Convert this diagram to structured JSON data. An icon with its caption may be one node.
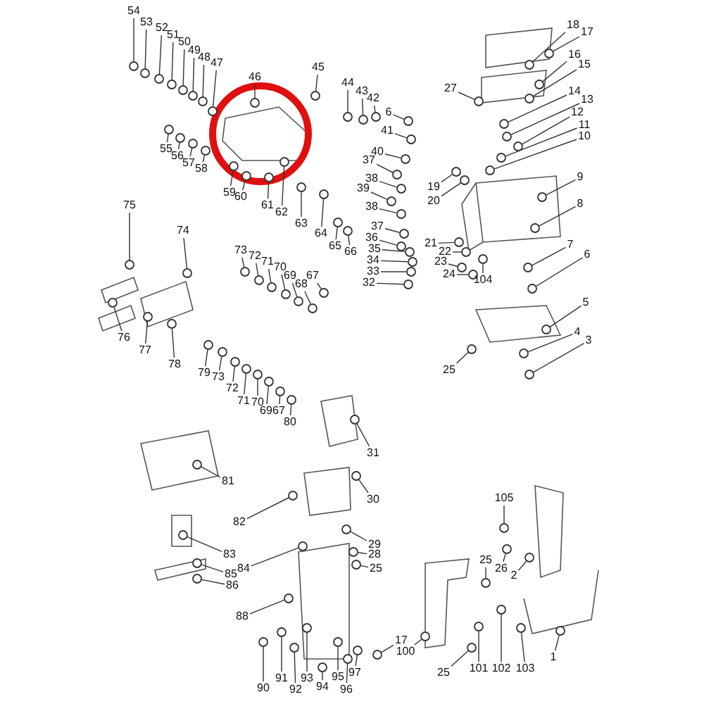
{
  "diagram": {
    "nodes": [
      {
        "text": [
          "54"
        ]
      },
      {
        "text": [
          "53"
        ]
      },
      {
        "text": [
          "52"
        ]
      },
      {
        "text": [
          "51"
        ]
      },
      {
        "text": [
          "50"
        ]
      },
      {
        "text": [
          "49"
        ]
      },
      {
        "text": [
          "48"
        ]
      },
      {
        "text": [
          "47"
        ]
      },
      {
        "text": [
          "46"
        ]
      },
      {
        "text": [
          "45"
        ]
      },
      {
        "text": [
          "44"
        ]
      },
      {
        "text": [
          "43"
        ]
      },
      {
        "text": [
          "42"
        ]
      },
      {
        "text": [
          "6"
        ]
      },
      {
        "text": [
          "41"
        ]
      },
      {
        "text": [
          "40"
        ]
      },
      {
        "text": [
          "37"
        ]
      },
      {
        "text": [
          "38"
        ]
      },
      {
        "text": [
          "39"
        ]
      },
      {
        "text": [
          "38"
        ]
      },
      {
        "text": [
          "37"
        ]
      },
      {
        "text": [
          "36"
        ]
      },
      {
        "text": [
          "35"
        ]
      },
      {
        "text": [
          "34"
        ]
      },
      {
        "text": [
          "33"
        ]
      },
      {
        "text": [
          "32"
        ]
      },
      {
        "text": [
          "19"
        ]
      },
      {
        "text": [
          "20"
        ]
      },
      {
        "text": [
          "18"
        ]
      },
      {
        "text": [
          "17"
        ]
      },
      {
        "text": [
          "16"
        ]
      },
      {
        "text": [
          "15"
        ]
      },
      {
        "text": [
          "27"
        ]
      },
      {
        "text": [
          "14"
        ]
      },
      {
        "text": [
          "13"
        ]
      },
      {
        "text": [
          "12"
        ]
      },
      {
        "text": [
          "11"
        ]
      },
      {
        "text": [
          "10"
        ]
      },
      {
        "text": [
          "9"
        ]
      },
      {
        "text": [
          "8"
        ]
      },
      {
        "text": [
          "21"
        ]
      },
      {
        "text": [
          "22"
        ]
      },
      {
        "text": [
          "23"
        ]
      },
      {
        "text": [
          "24"
        ]
      },
      {
        "text": [
          "104"
        ]
      },
      {
        "text": [
          "7"
        ]
      },
      {
        "text": [
          "6"
        ]
      },
      {
        "text": [
          "5"
        ]
      },
      {
        "text": [
          "4"
        ]
      },
      {
        "text": [
          "3"
        ]
      },
      {
        "text": [
          "25"
        ]
      },
      {
        "text": [
          "55"
        ]
      },
      {
        "text": [
          "56"
        ]
      },
      {
        "text": [
          "57"
        ]
      },
      {
        "text": [
          "58"
        ]
      },
      {
        "text": [
          "59"
        ]
      },
      {
        "text": [
          "60"
        ]
      },
      {
        "text": [
          "61"
        ]
      },
      {
        "text": [
          "62"
        ]
      },
      {
        "text": [
          "63"
        ]
      },
      {
        "text": [
          "64"
        ]
      },
      {
        "text": [
          "65"
        ]
      },
      {
        "text": [
          "66"
        ]
      },
      {
        "text": [
          "75"
        ]
      },
      {
        "text": [
          "74"
        ]
      },
      {
        "text": [
          "73"
        ]
      },
      {
        "text": [
          "72"
        ]
      },
      {
        "text": [
          "71"
        ]
      },
      {
        "text": [
          "70"
        ]
      },
      {
        "text": [
          "69"
        ]
      },
      {
        "text": [
          "68"
        ]
      },
      {
        "text": [
          "67"
        ]
      },
      {
        "text": [
          "76"
        ]
      },
      {
        "text": [
          "77"
        ]
      },
      {
        "text": [
          "78"
        ]
      },
      {
        "text": [
          "79"
        ]
      },
      {
        "text": [
          "73"
        ]
      },
      {
        "text": [
          "72"
        ]
      },
      {
        "text": [
          "71"
        ]
      },
      {
        "text": [
          "70"
        ]
      },
      {
        "text": [
          "69"
        ]
      },
      {
        "text": [
          "67"
        ]
      },
      {
        "text": [
          "80"
        ]
      },
      {
        "text": [
          "31"
        ]
      },
      {
        "text": [
          "81"
        ]
      },
      {
        "text": [
          "30"
        ]
      },
      {
        "text": [
          "82"
        ]
      },
      {
        "text": [
          "105"
        ]
      },
      {
        "text": [
          "83"
        ]
      },
      {
        "text": [
          "84"
        ]
      },
      {
        "text": [
          "85"
        ]
      },
      {
        "text": [
          "86"
        ]
      },
      {
        "text": [
          "29"
        ]
      },
      {
        "text": [
          "28"
        ]
      },
      {
        "text": [
          "25"
        ]
      },
      {
        "text": [
          "25"
        ]
      },
      {
        "text": [
          "26"
        ]
      },
      {
        "text": [
          "2"
        ]
      },
      {
        "text": [
          "88"
        ]
      },
      {
        "text": [
          "17"
        ]
      },
      {
        "text": [
          "100"
        ]
      },
      {
        "text": [
          "25"
        ]
      },
      {
        "text": [
          "101"
        ]
      },
      {
        "text": [
          "102"
        ]
      },
      {
        "text": [
          "103"
        ]
      },
      {
        "text": [
          "1"
        ]
      },
      {
        "text": [
          "90"
        ]
      },
      {
        "text": [
          "91"
        ]
      },
      {
        "text": [
          "92"
        ]
      },
      {
        "text": [
          "93"
        ]
      },
      {
        "text": [
          "94"
        ]
      },
      {
        "text": [
          "95"
        ]
      },
      {
        "text": [
          "96"
        ]
      },
      {
        "text": [
          "97"
        ]
      },
      {
        "text": [],
        "shape": "circle"
      },
      {
        "text": [],
        "shape": "circle"
      },
      {
        "text": [],
        "shape": "circle"
      },
      {
        "text": [],
        "shape": "circle"
      },
      {
        "text": [],
        "shape": "circle"
      },
      {
        "text": [],
        "shape": "circle"
      },
      {
        "text": [],
        "shape": "circle"
      },
      {
        "text": [],
        "shape": "circle"
      },
      {
        "text": [],
        "shape": "circle"
      },
      {
        "text": [],
        "shape": "circle"
      },
      {
        "text": [],
        "shape": "circle"
      },
      {
        "text": [],
        "shape": "circle"
      },
      {
        "text": [],
        "shape": "circle"
      },
      {
        "text": [],
        "shape": "circle"
      },
      {
        "text": [],
        "shape": "circle"
      },
      {
        "text": [],
        "shape": "circle"
      },
      {
        "text": [],
        "shape": "circle"
      },
      {
        "text": [],
        "shape": "circle"
      },
      {
        "text": [],
        "shape": "circle"
      },
      {
        "text": [],
        "shape": "circle"
      },
      {
        "text": [],
        "shape": "circle"
      },
      {
        "text": [],
        "shape": "circle"
      },
      {
        "text": [],
        "shape": "circle"
      },
      {
        "text": [],
        "shape": "circle"
      },
      {
        "text": [],
        "shape": "circle"
      },
      {
        "text": [],
        "shape": "circle"
      },
      {
        "text": [],
        "shape": "circle"
      },
      {
        "text": [],
        "shape": "circle"
      },
      {
        "text": [],
        "shape": "circle"
      },
      {
        "text": [],
        "shape": "circle"
      },
      {
        "text": [],
        "shape": "circle"
      },
      {
        "text": [],
        "shape": "circle"
      },
      {
        "text": [],
        "shape": "circle"
      },
      {
        "text": [],
        "shape": "circle"
      },
      {
        "text": [],
        "shape": "circle"
      },
      {
        "text": [],
        "shape": "circle"
      },
      {
        "text": [],
        "shape": "circle"
      },
      {
        "text": [],
        "shape": "circle"
      },
      {
        "text": [],
        "shape": "circle"
      },
      {
        "text": [],
        "shape": "circle"
      },
      {
        "text": [],
        "shape": "circle"
      },
      {
        "text": [],
        "shape": "circle"
      },
      {
        "text": [],
        "shape": "circle"
      },
      {
        "text": [],
        "shape": "circle"
      },
      {
        "text": [],
        "shape": "circle"
      },
      {
        "text": [],
        "shape": "circle"
      },
      {
        "text": [],
        "shape": "circle"
      },
      {
        "text": [],
        "shape": "circle"
      },
      {
        "text": [],
        "shape": "circle"
      },
      {
        "text": [],
        "shape": "circle"
      },
      {
        "text": [],
        "shape": "circle"
      },
      {
        "text": [],
        "shape": "circle"
      },
      {
        "text": [],
        "shape": "circle"
      },
      {
        "text": [],
        "shape": "circle"
      },
      {
        "text": [],
        "shape": "circle"
      },
      {
        "text": [],
        "shape": "circle"
      },
      {
        "text": [],
        "shape": "circle"
      },
      {
        "text": [],
        "shape": "circle"
      },
      {
        "text": [],
        "shape": "circle"
      },
      {
        "text": [],
        "shape": "circle"
      },
      {
        "text": [],
        "shape": "circle"
      },
      {
        "text": [],
        "shape": "circle"
      },
      {
        "text": [],
        "shape": "circle"
      },
      {
        "text": [],
        "shape": "circle"
      },
      {
        "text": [],
        "shape": "circle"
      },
      {
        "text": [],
        "shape": "circle"
      },
      {
        "text": [],
        "shape": "circle"
      },
      {
        "text": [],
        "shape": "circle"
      },
      {
        "text": [],
        "shape": "circle"
      },
      {
        "text": [],
        "shape": "circle"
      },
      {
        "text": [],
        "shape": "circle"
      },
      {
        "text": [],
        "shape": "circle"
      },
      {
        "text": [],
        "shape": "circle"
      },
      {
        "text": [],
        "shape": "circle"
      },
      {
        "text": [],
        "shape": "circle"
      },
      {
        "text": [],
        "shape": "circle"
      },
      {
        "text": [],
        "shape": "circle"
      },
      {
        "text": [],
        "shape": "circle"
      },
      {
        "text": [],
        "shape": "circle"
      },
      {
        "text": [],
        "shape": "circle"
      },
      {
        "text": [],
        "shape": "circle"
      },
      {
        "text": [],
        "shape": "circle"
      },
      {
        "text": [],
        "shape": "circle"
      },
      {
        "text": [],
        "shape": "circle"
      },
      {
        "text": [],
        "shape": "circle"
      },
      {
        "text": [],
        "shape": "circle"
      },
      {
        "text": [],
        "shape": "circle"
      },
      {
        "text": [],
        "shape": "circle"
      },
      {
        "text": [],
        "shape": "circle"
      },
      {
        "text": [],
        "shape": "circle"
      },
      {
        "text": [],
        "shape": "circle"
      },
      {
        "text": [],
        "shape": "circle"
      },
      {
        "text": [],
        "shape": "circle"
      },
      {
        "text": [],
        "shape": "circle"
      },
      {
        "text": [],
        "shape": "circle"
      },
      {
        "text": [],
        "shape": "circle"
      },
      {
        "text": [],
        "shape": "circle"
      },
      {
        "text": [],
        "shape": "circle"
      },
      {
        "text": [],
        "shape": "circle"
      },
      {
        "text": [],
        "shape": "circle"
      },
      {
        "text": [],
        "shape": "circle"
      },
      {
        "text": [],
        "shape": "circle"
      },
      {
        "text": [],
        "shape": "circle"
      },
      {
        "text": [],
        "shape": "circle"
      },
      {
        "text": [],
        "shape": "circle"
      },
      {
        "text": [],
        "shape": "circle"
      },
      {
        "text": [],
        "shape": "circle"
      },
      {
        "text": [],
        "shape": "circle"
      },
      {
        "text": [],
        "shape": "circle"
      },
      {
        "text": [],
        "shape": "circle"
      },
      {
        "text": [],
        "shape": "circle"
      },
      {
        "text": [],
        "shape": "circle"
      },
      {
        "text": [],
        "shape": "circle"
      },
      {
        "text": [],
        "shape": "circle"
      }
    ],
    "edges": [
      {
        "from": 0,
        "to": 114,
        "arrow": "none"
      },
      {
        "from": 1,
        "to": 115,
        "arrow": "none"
      },
      {
        "from": 2,
        "to": 116,
        "arrow": "none"
      },
      {
        "from": 3,
        "to": 117,
        "arrow": "none"
      },
      {
        "from": 4,
        "to": 118,
        "arrow": "none"
      },
      {
        "from": 5,
        "to": 119,
        "arrow": "none"
      },
      {
        "from": 6,
        "to": 120,
        "arrow": "none"
      },
      {
        "from": 7,
        "to": 121,
        "arrow": "none"
      },
      {
        "from": 8,
        "to": 122,
        "arrow": "none"
      },
      {
        "from": 9,
        "to": 123,
        "arrow": "none"
      },
      {
        "from": 10,
        "to": 124,
        "arrow": "none"
      },
      {
        "from": 11,
        "to": 125,
        "arrow": "none"
      },
      {
        "from": 12,
        "to": 126,
        "arrow": "none"
      },
      {
        "from": 13,
        "to": 127,
        "arrow": "none"
      },
      {
        "from": 14,
        "to": 128,
        "arrow": "none"
      },
      {
        "from": 15,
        "to": 129,
        "arrow": "none"
      },
      {
        "from": 16,
        "to": 130,
        "arrow": "none"
      },
      {
        "from": 17,
        "to": 131,
        "arrow": "none"
      },
      {
        "from": 18,
        "to": 132,
        "arrow": "none"
      },
      {
        "from": 19,
        "to": 133,
        "arrow": "none"
      },
      {
        "from": 20,
        "to": 134,
        "arrow": "none"
      },
      {
        "from": 21,
        "to": 135,
        "arrow": "none"
      },
      {
        "from": 22,
        "to": 136,
        "arrow": "none"
      },
      {
        "from": 23,
        "to": 137,
        "arrow": "none"
      },
      {
        "from": 24,
        "to": 138,
        "arrow": "none"
      },
      {
        "from": 25,
        "to": 139,
        "arrow": "none"
      },
      {
        "from": 26,
        "to": 140,
        "arrow": "none"
      },
      {
        "from": 27,
        "to": 141,
        "arrow": "none"
      },
      {
        "from": 28,
        "to": 142,
        "arrow": "none"
      },
      {
        "from": 29,
        "to": 143,
        "arrow": "none"
      },
      {
        "from": 30,
        "to": 144,
        "arrow": "none"
      },
      {
        "from": 31,
        "to": 145,
        "arrow": "none"
      },
      {
        "from": 32,
        "to": 146,
        "arrow": "none"
      },
      {
        "from": 33,
        "to": 147,
        "arrow": "none"
      },
      {
        "from": 34,
        "to": 148,
        "arrow": "none"
      },
      {
        "from": 35,
        "to": 149,
        "arrow": "none"
      },
      {
        "from": 36,
        "to": 150,
        "arrow": "none"
      },
      {
        "from": 37,
        "to": 151,
        "arrow": "none"
      },
      {
        "from": 38,
        "to": 152,
        "arrow": "none"
      },
      {
        "from": 39,
        "to": 153,
        "arrow": "none"
      },
      {
        "from": 40,
        "to": 154,
        "arrow": "none"
      },
      {
        "from": 41,
        "to": 155,
        "arrow": "none"
      },
      {
        "from": 42,
        "to": 156,
        "arrow": "none"
      },
      {
        "from": 43,
        "to": 157,
        "arrow": "none"
      },
      {
        "from": 44,
        "to": 158,
        "arrow": "none"
      },
      {
        "from": 45,
        "to": 159,
        "arrow": "none"
      },
      {
        "from": 46,
        "to": 160,
        "arrow": "none"
      },
      {
        "from": 47,
        "to": 161,
        "arrow": "none"
      },
      {
        "from": 48,
        "to": 162,
        "arrow": "none"
      },
      {
        "from": 49,
        "to": 163,
        "arrow": "none"
      },
      {
        "from": 50,
        "to": 164,
        "arrow": "none"
      },
      {
        "from": 51,
        "to": 165,
        "arrow": "none"
      },
      {
        "from": 52,
        "to": 166,
        "arrow": "none"
      },
      {
        "from": 53,
        "to": 167,
        "arrow": "none"
      },
      {
        "from": 54,
        "to": 168,
        "arrow": "none"
      },
      {
        "from": 55,
        "to": 169,
        "arrow": "none"
      },
      {
        "from": 56,
        "to": 170,
        "arrow": "none"
      },
      {
        "from": 57,
        "to": 171,
        "arrow": "none"
      },
      {
        "from": 58,
        "to": 172,
        "arrow": "none"
      },
      {
        "from": 59,
        "to": 173,
        "arrow": "none"
      },
      {
        "from": 60,
        "to": 174,
        "arrow": "none"
      },
      {
        "from": 61,
        "to": 175,
        "arrow": "none"
      },
      {
        "from": 62,
        "to": 176,
        "arrow": "none"
      },
      {
        "from": 63,
        "to": 177,
        "arrow": "none"
      },
      {
        "from": 64,
        "to": 178,
        "arrow": "none"
      },
      {
        "from": 65,
        "to": 179,
        "arrow": "none"
      },
      {
        "from": 66,
        "to": 180,
        "arrow": "none"
      },
      {
        "from": 67,
        "to": 181,
        "arrow": "none"
      },
      {
        "from": 68,
        "to": 182,
        "arrow": "none"
      },
      {
        "from": 69,
        "to": 183,
        "arrow": "none"
      },
      {
        "from": 70,
        "to": 184,
        "arrow": "none"
      },
      {
        "from": 71,
        "to": 185,
        "arrow": "none"
      },
      {
        "from": 72,
        "to": 186,
        "arrow": "none"
      },
      {
        "from": 73,
        "to": 187,
        "arrow": "none"
      },
      {
        "from": 74,
        "to": 188,
        "arrow": "none"
      },
      {
        "from": 75,
        "to": 189,
        "arrow": "none"
      },
      {
        "from": 76,
        "to": 190,
        "arrow": "none"
      },
      {
        "from": 77,
        "to": 191,
        "arrow": "none"
      },
      {
        "from": 78,
        "to": 192,
        "arrow": "none"
      },
      {
        "from": 79,
        "to": 193,
        "arrow": "none"
      },
      {
        "from": 80,
        "to": 194,
        "arrow": "none"
      },
      {
        "from": 81,
        "to": 195,
        "arrow": "none"
      },
      {
        "from": 82,
        "to": 196,
        "arrow": "none"
      },
      {
        "from": 83,
        "to": 197,
        "arrow": "none"
      },
      {
        "from": 84,
        "to": 198,
        "arrow": "none"
      },
      {
        "from": 85,
        "to": 199,
        "arrow": "none"
      },
      {
        "from": 86,
        "to": 200,
        "arrow": "none"
      },
      {
        "from": 87,
        "to": 201,
        "arrow": "none"
      },
      {
        "from": 88,
        "to": 202,
        "arrow": "none"
      },
      {
        "from": 89,
        "to": 203,
        "arrow": "none"
      },
      {
        "from": 90,
        "to": 204,
        "arrow": "none"
      },
      {
        "from": 91,
        "to": 205,
        "arrow": "none"
      },
      {
        "from": 92,
        "to": 206,
        "arrow": "none"
      },
      {
        "from": 93,
        "to": 207,
        "arrow": "none"
      },
      {
        "from": 94,
        "to": 208,
        "arrow": "none"
      },
      {
        "from": 95,
        "to": 209,
        "arrow": "none"
      },
      {
        "from": 96,
        "to": 210,
        "arrow": "none"
      },
      {
        "from": 97,
        "to": 211,
        "arrow": "none"
      },
      {
        "from": 98,
        "to": 212,
        "arrow": "none"
      },
      {
        "from": 99,
        "to": 213,
        "arrow": "none"
      },
      {
        "from": 100,
        "to": 214,
        "arrow": "none"
      },
      {
        "from": 101,
        "to": 215,
        "arrow": "none"
      },
      {
        "from": 102,
        "to": 216,
        "arrow": "none"
      },
      {
        "from": 103,
        "to": 217,
        "arrow": "none"
      },
      {
        "from": 104,
        "to": 218,
        "arrow": "none"
      },
      {
        "from": 105,
        "to": 219,
        "arrow": "none"
      },
      {
        "from": 106,
        "to": 220,
        "arrow": "none"
      },
      {
        "from": 107,
        "to": 221,
        "arrow": "none"
      },
      {
        "from": 108,
        "to": 222,
        "arrow": "none"
      },
      {
        "from": 109,
        "to": 223,
        "arrow": "none"
      },
      {
        "from": 110,
        "to": 224,
        "arrow": "none"
      },
      {
        "from": 111,
        "to": 225,
        "arrow": "none"
      },
      {
        "from": 112,
        "to": 226,
        "arrow": "none"
      },
      {
        "from": 113,
        "to": 227,
        "arrow": "none"
      }
    ]
  }
}
